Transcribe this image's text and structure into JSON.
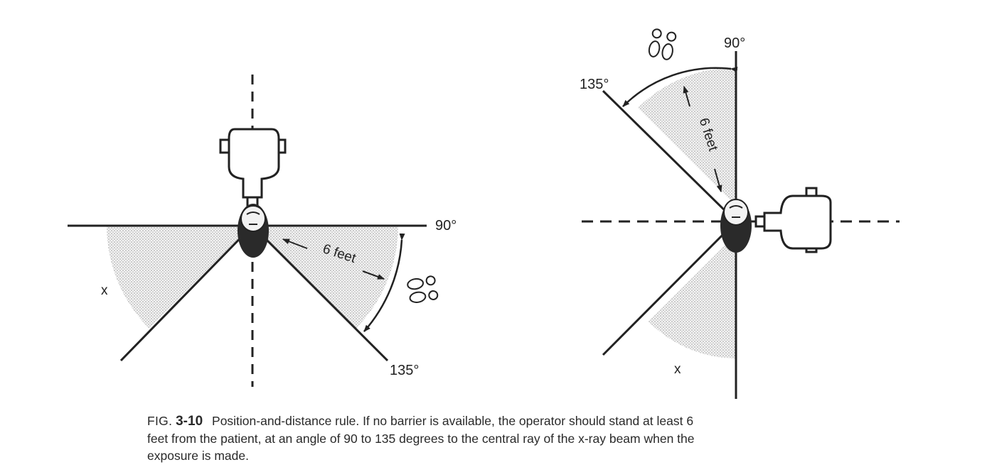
{
  "left_diagram": {
    "angle_90": "90°",
    "angle_135": "135°",
    "distance": "6 feet",
    "zone_marker": "x"
  },
  "right_diagram": {
    "angle_90": "90°",
    "angle_135": "135°",
    "distance": "6 feet",
    "zone_marker": "x"
  },
  "caption": {
    "prefix": "FIG.",
    "number": "3-10",
    "lines": [
      "Position-and-distance rule. If no barrier is available, the operator should stand at least 6",
      "feet from the patient, at an angle of 90 to 135 degrees to the central ray of the x-ray beam when the",
      "exposure is made."
    ]
  },
  "colors": {
    "ink": "#222222",
    "zone_fill": "#d9d9d9"
  }
}
